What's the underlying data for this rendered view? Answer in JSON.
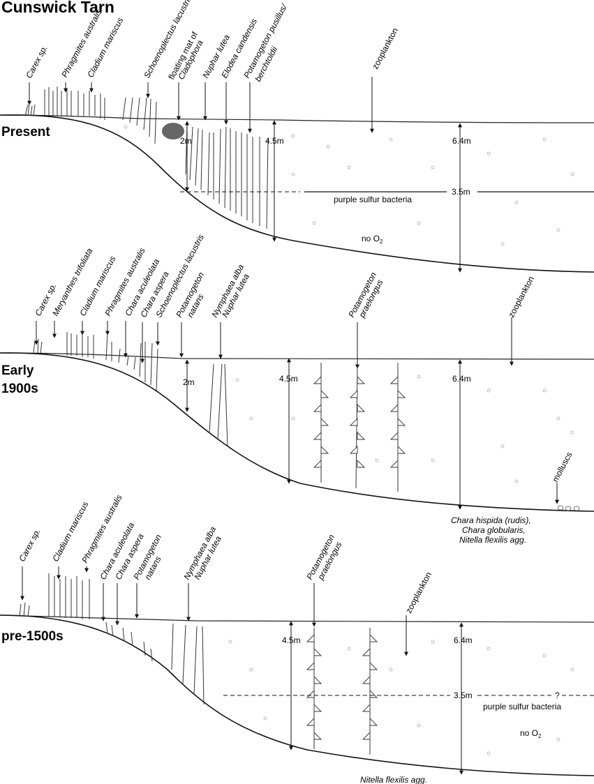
{
  "title": "Cunswick Tarn",
  "panels": {
    "present": {
      "label": "Present",
      "species": [
        "Carex sp.",
        "Phragmites australis",
        "Cladium mariscus",
        "Schoenoplectus lacustris",
        "floating mat of",
        "Cladophora",
        "Nuphar lutea",
        "Elodea candensis",
        "Potamogeton pusillus/",
        "berchtoldii",
        "zooplankton"
      ],
      "depths": [
        "2m",
        "4.5m",
        "6.4m",
        "3.5m"
      ],
      "bacteria": "purple sulfur bacteria",
      "anoxia": "no O",
      "anoxia_sub": "2"
    },
    "early": {
      "label_line1": "Early",
      "label_line2": "1900s",
      "species": [
        "Carex sp.",
        "Meryanthes trifoliata",
        "Cladium mariscus",
        "Phragmites australis",
        "Chara aculeolata",
        "Chara aspera",
        "Schoenoplectus lacustris",
        "Potamogeton",
        "natans",
        "Nymphaea alba",
        "Nuphar lutea",
        "Potamogeton",
        "praelongus",
        "zooplankton"
      ],
      "depths": [
        "2m",
        "4.5m",
        "6.4m"
      ],
      "molluscs": "molluscs",
      "bottom_flora": [
        "Chara hispida (rudis),",
        "Chara globularis,",
        "Nitella flexilis agg."
      ]
    },
    "pre": {
      "label": "pre-1500s",
      "species": [
        "Carex sp.",
        "Cladium mariscus",
        "Phragmites australis",
        "Chara aculeolata",
        "Chara aspera",
        "Potamogeton",
        "natans",
        "Nymphaea alba",
        "Nuphar lutea",
        "Potamogeton",
        "praelongus",
        "zooplankton"
      ],
      "depths": [
        "4.5m",
        "6.4m",
        "3.5m"
      ],
      "question": "?",
      "bacteria": "purple sulfur bacteria",
      "anoxia": "no O",
      "anoxia_sub": "2",
      "bottom_flora": "Nitella flexilis agg."
    }
  }
}
